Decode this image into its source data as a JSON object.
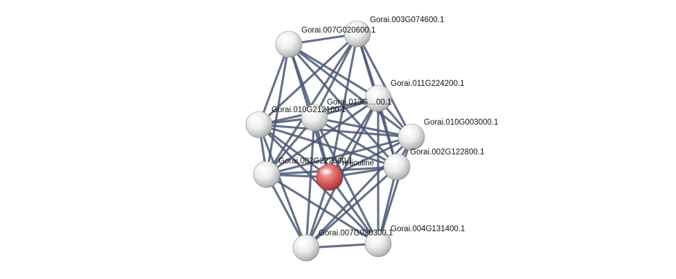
{
  "network": {
    "nodes": [
      {
        "id": "g007g020600",
        "label": "Gorai.007G020600.1",
        "color": "white"
      },
      {
        "id": "g003g074600",
        "label": "Gorai.003G074600.1",
        "color": "white"
      },
      {
        "id": "g011g224200",
        "label": "Gorai.011G224200.1",
        "color": "white"
      },
      {
        "id": "g013",
        "label": "Gorai.013G…00.1",
        "color": "white"
      },
      {
        "id": "g010g212100",
        "label": "Gorai.010G212100.1",
        "color": "white"
      },
      {
        "id": "g010g003000",
        "label": "Gorai.010G003000.1",
        "color": "white"
      },
      {
        "id": "g002g122800",
        "label": "Gorai.002G122800.1",
        "color": "white"
      },
      {
        "id": "reticuline",
        "label": "reticuline",
        "color": "red"
      },
      {
        "id": "g002g222600",
        "label": "Gorai.002G222600.1",
        "color": "white"
      },
      {
        "id": "g007g020300",
        "label": "Gorai.007G020300.1",
        "color": "white"
      },
      {
        "id": "g004g131400",
        "label": "Gorai.004G131400.1",
        "color": "white"
      }
    ],
    "edges": [
      [
        "g007g020600",
        "g003g074600"
      ],
      [
        "g007g020600",
        "g011g224200"
      ],
      [
        "g007g020600",
        "g013"
      ],
      [
        "g007g020600",
        "g010g212100"
      ],
      [
        "g007g020600",
        "g010g003000"
      ],
      [
        "g007g020600",
        "g002g122800"
      ],
      [
        "g007g020600",
        "reticuline"
      ],
      [
        "g007g020600",
        "g002g222600"
      ],
      [
        "g003g074600",
        "g011g224200"
      ],
      [
        "g003g074600",
        "g013"
      ],
      [
        "g003g074600",
        "g010g212100"
      ],
      [
        "g003g074600",
        "g010g003000"
      ],
      [
        "g003g074600",
        "g002g122800"
      ],
      [
        "g003g074600",
        "reticuline"
      ],
      [
        "g003g074600",
        "g002g222600"
      ],
      [
        "g011g224200",
        "g013"
      ],
      [
        "g011g224200",
        "g010g212100"
      ],
      [
        "g011g224200",
        "g010g003000"
      ],
      [
        "g011g224200",
        "g002g122800"
      ],
      [
        "g011g224200",
        "reticuline"
      ],
      [
        "g011g224200",
        "g002g222600"
      ],
      [
        "g011g224200",
        "g007g020300"
      ],
      [
        "g011g224200",
        "g004g131400"
      ],
      [
        "g013",
        "g010g212100"
      ],
      [
        "g013",
        "g010g003000"
      ],
      [
        "g013",
        "g002g122800"
      ],
      [
        "g013",
        "reticuline"
      ],
      [
        "g013",
        "g002g222600"
      ],
      [
        "g013",
        "g007g020300"
      ],
      [
        "g013",
        "g004g131400"
      ],
      [
        "g010g212100",
        "g010g003000"
      ],
      [
        "g010g212100",
        "g002g122800"
      ],
      [
        "g010g212100",
        "reticuline"
      ],
      [
        "g010g212100",
        "g002g222600"
      ],
      [
        "g010g212100",
        "g007g020300"
      ],
      [
        "g010g212100",
        "g004g131400"
      ],
      [
        "g010g003000",
        "g002g122800"
      ],
      [
        "g010g003000",
        "reticuline"
      ],
      [
        "g010g003000",
        "g002g222600"
      ],
      [
        "g010g003000",
        "g007g020300"
      ],
      [
        "g010g003000",
        "g004g131400"
      ],
      [
        "g002g122800",
        "reticuline"
      ],
      [
        "g002g122800",
        "g002g222600"
      ],
      [
        "g002g122800",
        "g007g020300"
      ],
      [
        "g002g122800",
        "g004g131400"
      ],
      [
        "reticuline",
        "g002g222600"
      ],
      [
        "reticuline",
        "g007g020300"
      ],
      [
        "reticuline",
        "g004g131400"
      ],
      [
        "g002g222600",
        "g007g020300"
      ],
      [
        "g002g222600",
        "g004g131400"
      ],
      [
        "g007g020300",
        "g004g131400"
      ]
    ]
  }
}
